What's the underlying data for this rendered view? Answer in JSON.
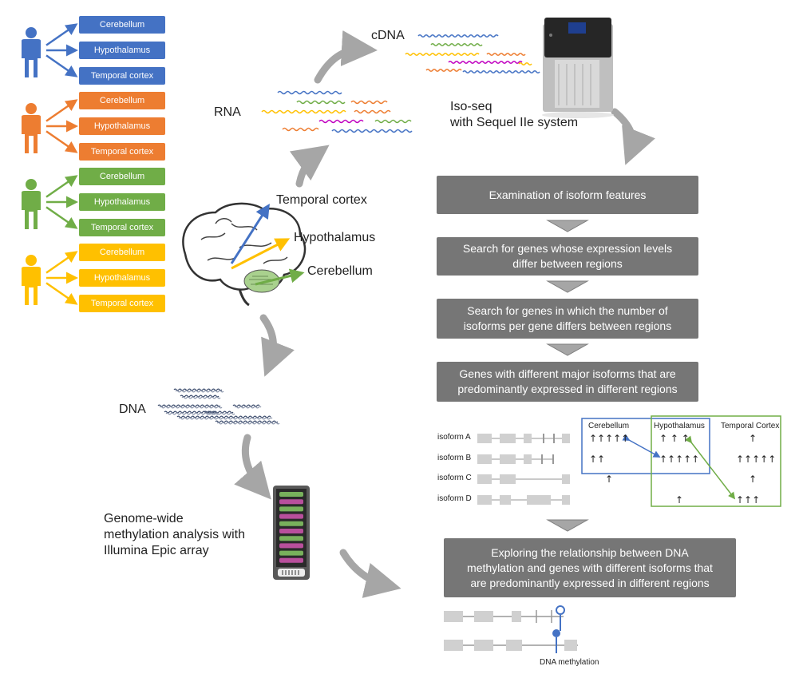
{
  "colors": {
    "blue": "#4472c4",
    "orange": "#ed7d31",
    "green": "#70ad47",
    "yellow": "#ffc000",
    "gray_box": "#767676",
    "gray_arrow": "#a6a6a6"
  },
  "donors": [
    {
      "color": "#4472c4",
      "icon": "person-icon",
      "regions": [
        "Cerebellum",
        "Hypothalamus",
        "Temporal cortex"
      ]
    },
    {
      "color": "#ed7d31",
      "icon": "person-icon",
      "regions": [
        "Cerebellum",
        "Hypothalamus",
        "Temporal cortex"
      ]
    },
    {
      "color": "#70ad47",
      "icon": "person-icon",
      "regions": [
        "Cerebellum",
        "Hypothalamus",
        "Temporal cortex"
      ]
    },
    {
      "color": "#ffc000",
      "icon": "person-icon",
      "regions": [
        "Cerebellum",
        "Hypothalamus",
        "Temporal cortex"
      ]
    }
  ],
  "brain": {
    "icon": "brain-icon",
    "labels": {
      "temporal": "Temporal cortex",
      "hypothalamus": "Hypothalamus",
      "cerebellum": "Cerebellum"
    }
  },
  "molecules": {
    "rna": "RNA",
    "cdna": "cDNA",
    "dna": "DNA"
  },
  "sequencer": {
    "icon": "sequencer-icon",
    "label": "Iso-seq\nwith Sequel IIe system"
  },
  "array": {
    "icon": "methylation-array-icon",
    "label": "Genome-wide\nmethylation analysis with\nIllumina Epic array"
  },
  "steps": [
    "Examination of isoform features",
    "Search for genes whose expression levels\ndiffer between regions",
    "Search for genes in which the number of\nisoforms per gene differs between regions",
    "Genes with different major isoforms that are\npredominantly expressed in different regions",
    "Exploring the relationship between DNA\nmethylation and genes with different isoforms that\nare predominantly expressed in different regions"
  ],
  "isoform_table": {
    "columns": [
      "Cerebellum",
      "Hypothalamus",
      "Temporal Cortex"
    ],
    "rows": [
      {
        "name": "isoform A",
        "cerebellum": "↑↑↑↑↑",
        "hypothalamus": "↑ ↑ ↑",
        "temporal": "↑"
      },
      {
        "name": "isoform B",
        "cerebellum": "↑↑",
        "hypothalamus": "↑↑↑↑↑",
        "temporal": "↑↑↑↑↑"
      },
      {
        "name": "isoform C",
        "cerebellum": "↑",
        "hypothalamus": "",
        "temporal": "↑"
      },
      {
        "name": "isoform D",
        "cerebellum": "",
        "hypothalamus": "↑",
        "temporal": "↑↑↑"
      }
    ]
  },
  "methylation_label": "DNA methylation"
}
